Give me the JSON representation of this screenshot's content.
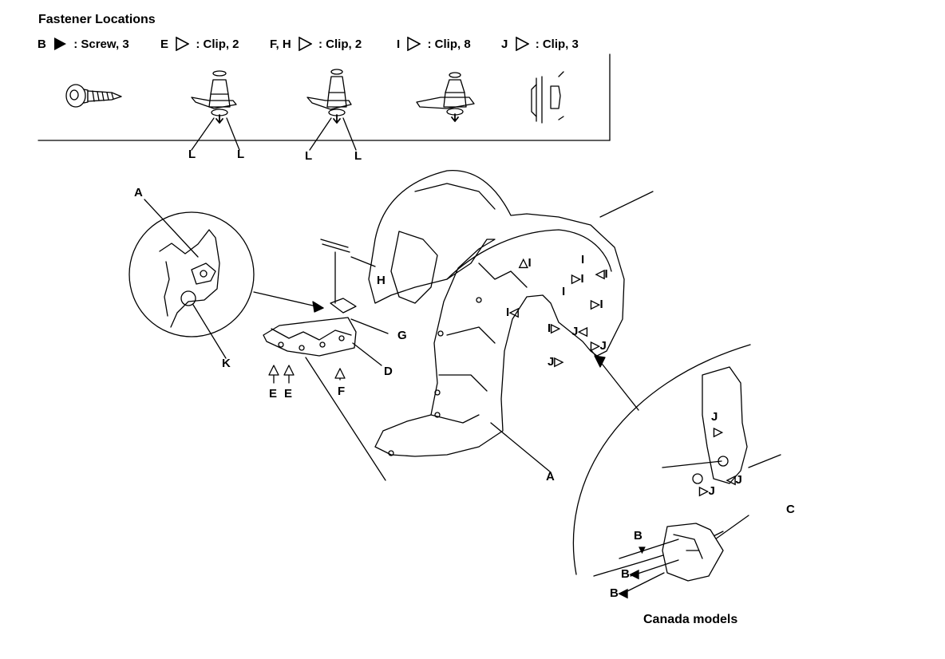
{
  "title": "Fastener Locations",
  "legend": [
    {
      "key": "B",
      "desc": ": Screw, 3",
      "symbol": "filled-triangle"
    },
    {
      "key": "E",
      "desc": ": Clip, 2",
      "symbol": "outline-triangle"
    },
    {
      "key": "F, H",
      "desc": ": Clip, 2",
      "symbol": "outline-triangle"
    },
    {
      "key": "I",
      "desc": ": Clip, 8",
      "symbol": "outline-triangle"
    },
    {
      "key": "J",
      "desc": ": Clip, 3",
      "symbol": "outline-triangle"
    }
  ],
  "labels": {
    "L": "L",
    "A": "A",
    "K": "K",
    "H": "H",
    "G": "G",
    "D": "D",
    "E": "E",
    "F": "F",
    "I": "I",
    "J": "J",
    "B": "B",
    "C": "C"
  },
  "caption": "Canada models"
}
